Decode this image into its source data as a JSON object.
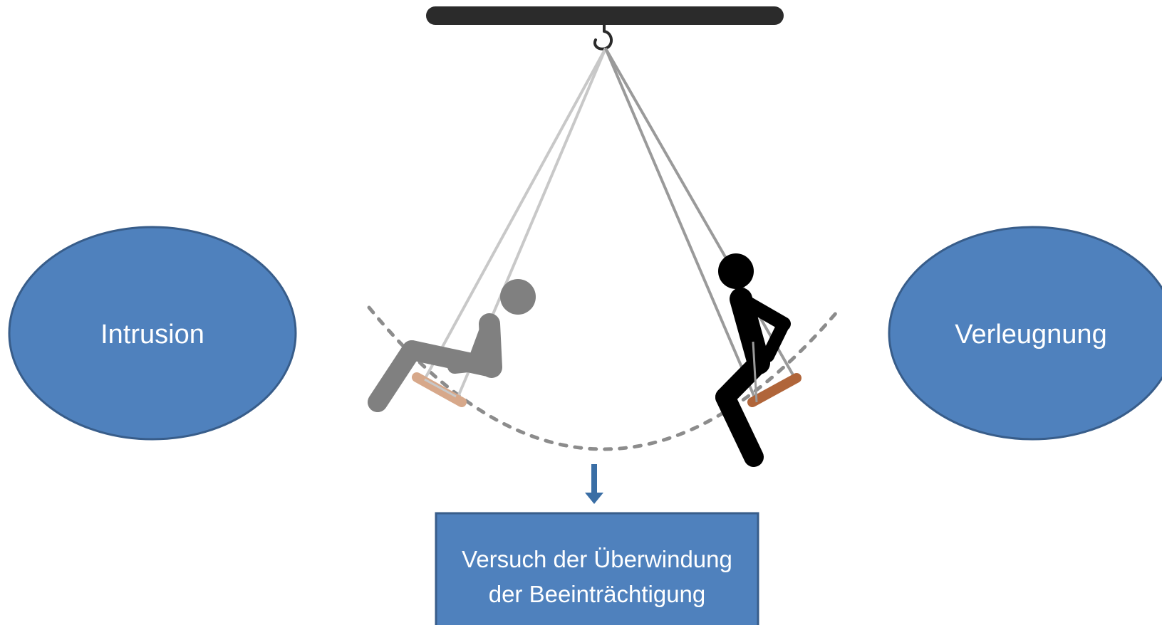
{
  "diagram": {
    "left_node": {
      "label": "Intrusion"
    },
    "right_node": {
      "label": "Verleugnung"
    },
    "bottom_box": {
      "line1": "Versuch der Überwindung",
      "line2": "der Beeinträchtigung"
    }
  },
  "colors": {
    "node_fill": "#4f81bd",
    "node_stroke": "#385d8a",
    "beam": "#2b2b2b",
    "arrow": "#3a6ea5",
    "figure_left": "#808080",
    "figure_right": "#000000",
    "seat_left": "#d7a88a",
    "seat_right": "#b0653a",
    "arc": "#8c8c8c"
  }
}
